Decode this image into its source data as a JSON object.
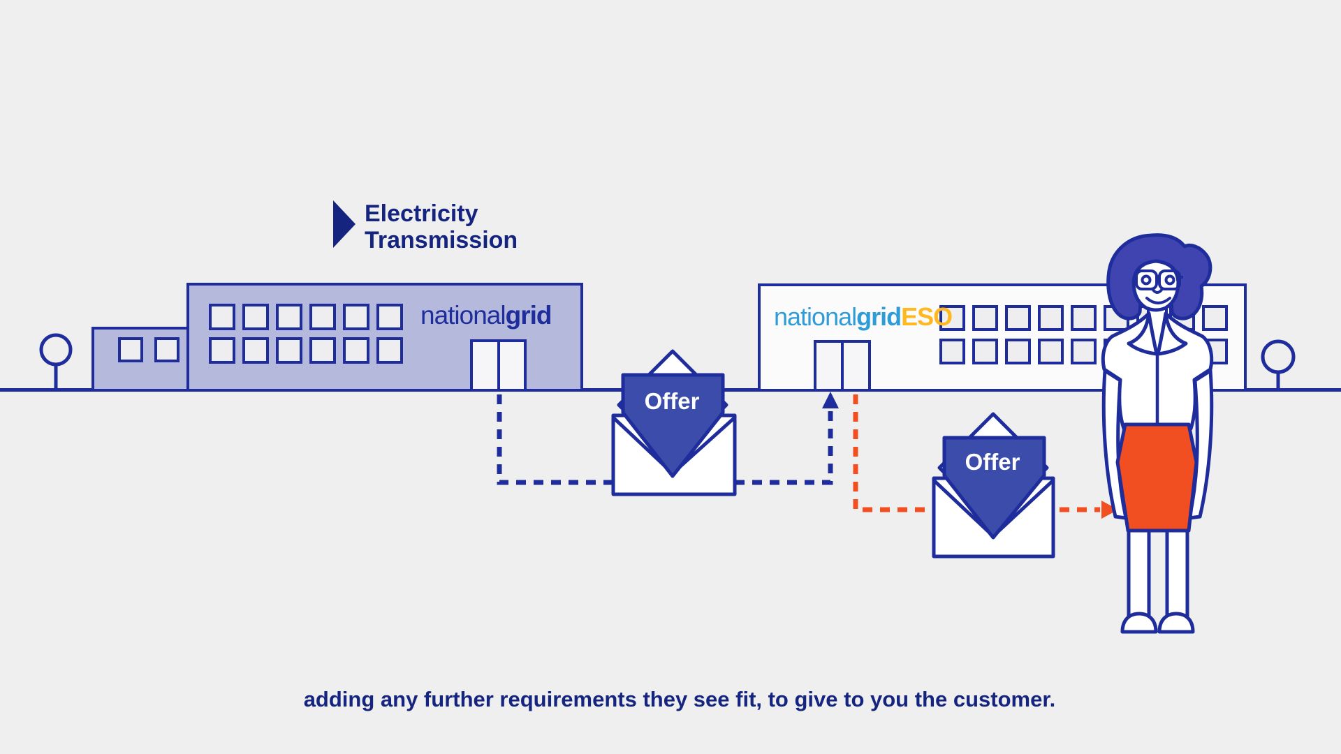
{
  "scene": {
    "background_color": "#efeff0",
    "colors": {
      "navy_outline": "#1e2d9b",
      "text_navy": "#15257f",
      "left_building_fill": "#b5badc",
      "card_blue": "#3c4caa",
      "hair_blue": "#4044b0",
      "orange_accent": "#f14e22",
      "eso_logo_blue": "#2f9cd7",
      "eso_logo_gold": "#ffb81f"
    }
  },
  "header": {
    "program_label_line1": "Electricity",
    "program_label_line2": "Transmission"
  },
  "buildings": {
    "left": {
      "logo_regular": "national",
      "logo_bold": "grid"
    },
    "right": {
      "logo_regular": "national",
      "logo_bold": "grid",
      "logo_suffix": "ESO"
    }
  },
  "envelopes": {
    "first_label": "Offer",
    "second_label": "Offer"
  },
  "caption": {
    "text": "adding any further requirements they see fit, to give to you the customer."
  }
}
